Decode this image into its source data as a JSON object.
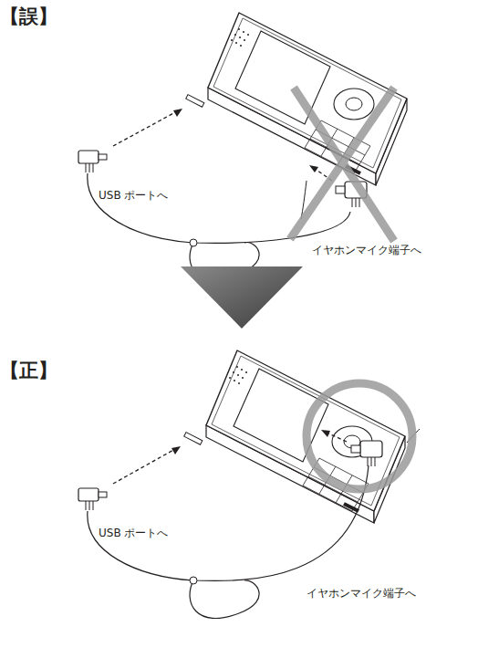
{
  "diagram": {
    "labels": [
      "【誤】",
      "USB ポートへ",
      "イヤホンマイク端子へ",
      "【正】",
      "USB ポートへ",
      "イヤホンマイク端子へ"
    ]
  }
}
